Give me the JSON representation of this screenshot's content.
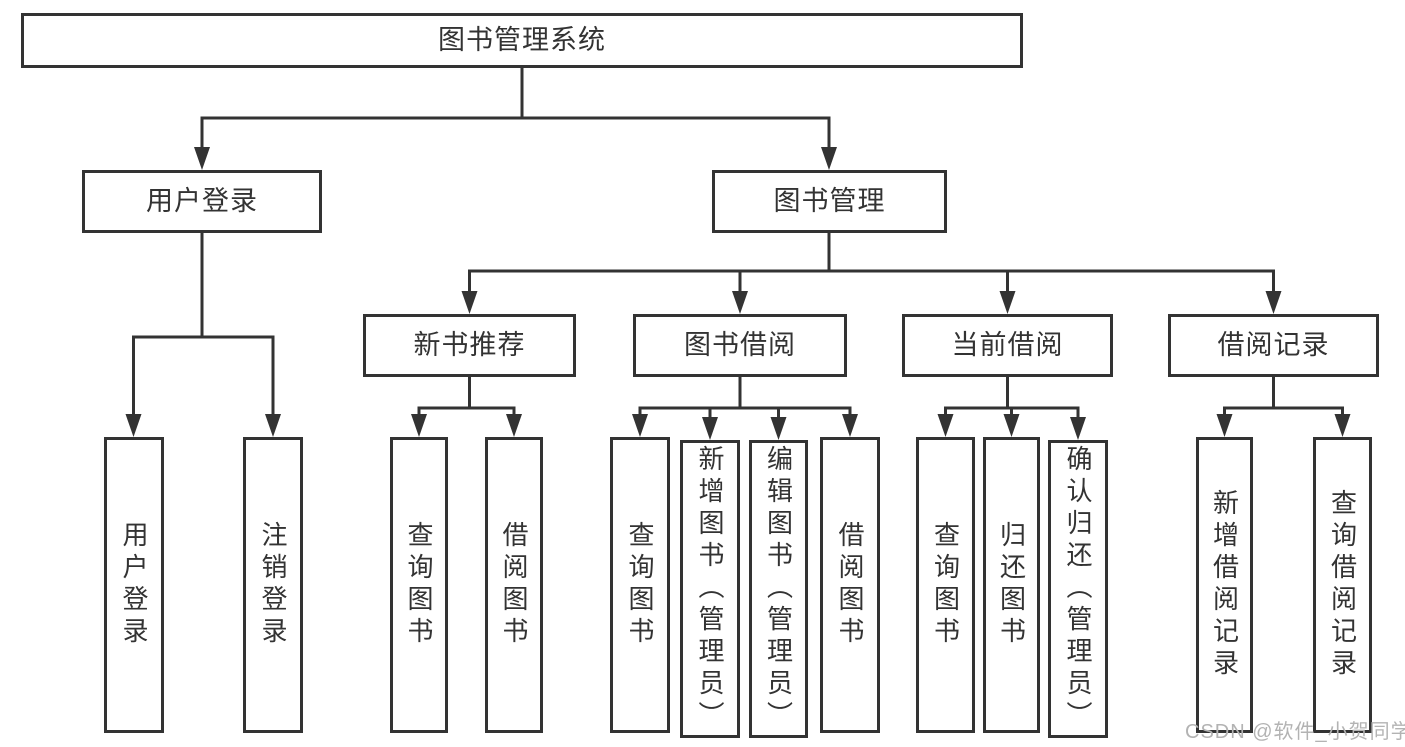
{
  "diagram": {
    "type": "hierarchy-tree",
    "orientation": "top-down",
    "colors": {
      "line": "#333333",
      "box_border": "#333333",
      "box_fill": "#ffffff",
      "text": "#333333",
      "watermark_text": "#b3b3b3",
      "background": "#ffffff"
    }
  },
  "tree": {
    "label": "图书管理系统",
    "children": [
      {
        "label": "用户登录",
        "children": [
          {
            "label": "用户登录"
          },
          {
            "label": "注销登录"
          }
        ]
      },
      {
        "label": "图书管理",
        "children": [
          {
            "label": "新书推荐",
            "children": [
              {
                "label": "查询图书"
              },
              {
                "label": "借阅图书"
              }
            ]
          },
          {
            "label": "图书借阅",
            "children": [
              {
                "label": "查询图书"
              },
              {
                "label": "新增图书（管理员）"
              },
              {
                "label": "编辑图书（管理员）"
              },
              {
                "label": "借阅图书"
              }
            ]
          },
          {
            "label": "当前借阅",
            "children": [
              {
                "label": "查询图书"
              },
              {
                "label": "归还图书"
              },
              {
                "label": "确认归还（管理员）"
              }
            ]
          },
          {
            "label": "借阅记录",
            "children": [
              {
                "label": "新增借阅记录"
              },
              {
                "label": "查询借阅记录"
              }
            ]
          }
        ]
      }
    ]
  },
  "watermark": {
    "text": "CSDN @软件_小贺同学"
  }
}
